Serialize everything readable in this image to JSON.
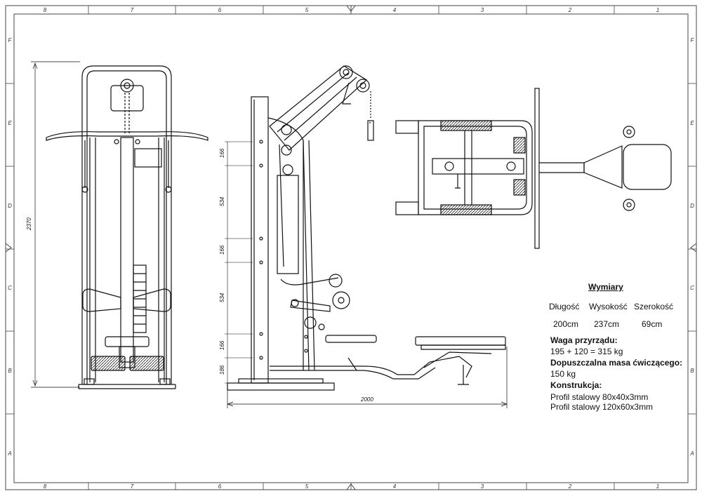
{
  "frame": {
    "columns": [
      "8",
      "7",
      "6",
      "5",
      "4",
      "3",
      "2",
      "1"
    ],
    "rows": [
      "F",
      "E",
      "D",
      "C",
      "B",
      "A"
    ]
  },
  "dimensions": {
    "height_total": "2370",
    "length_total": "2000",
    "vertical_segments": [
      "166",
      "534",
      "166",
      "534",
      "166",
      "186"
    ]
  },
  "specs": {
    "title": "Wymiary",
    "headers": [
      "Długość",
      "Wysokość",
      "Szerokość"
    ],
    "values": [
      "200cm",
      "237cm",
      "69cm"
    ],
    "weight_label": "Waga przyrządu:",
    "weight_value": "195 + 120 = 315 kg",
    "max_user_label": "Dopuszczalna masa ćwiczącego:",
    "max_user_value": "150 kg",
    "construction_label": "Konstrukcja:",
    "construction_items": [
      "Profil stalowy 80x40x3mm",
      "Profil stalowy 120x60x3mm"
    ]
  }
}
